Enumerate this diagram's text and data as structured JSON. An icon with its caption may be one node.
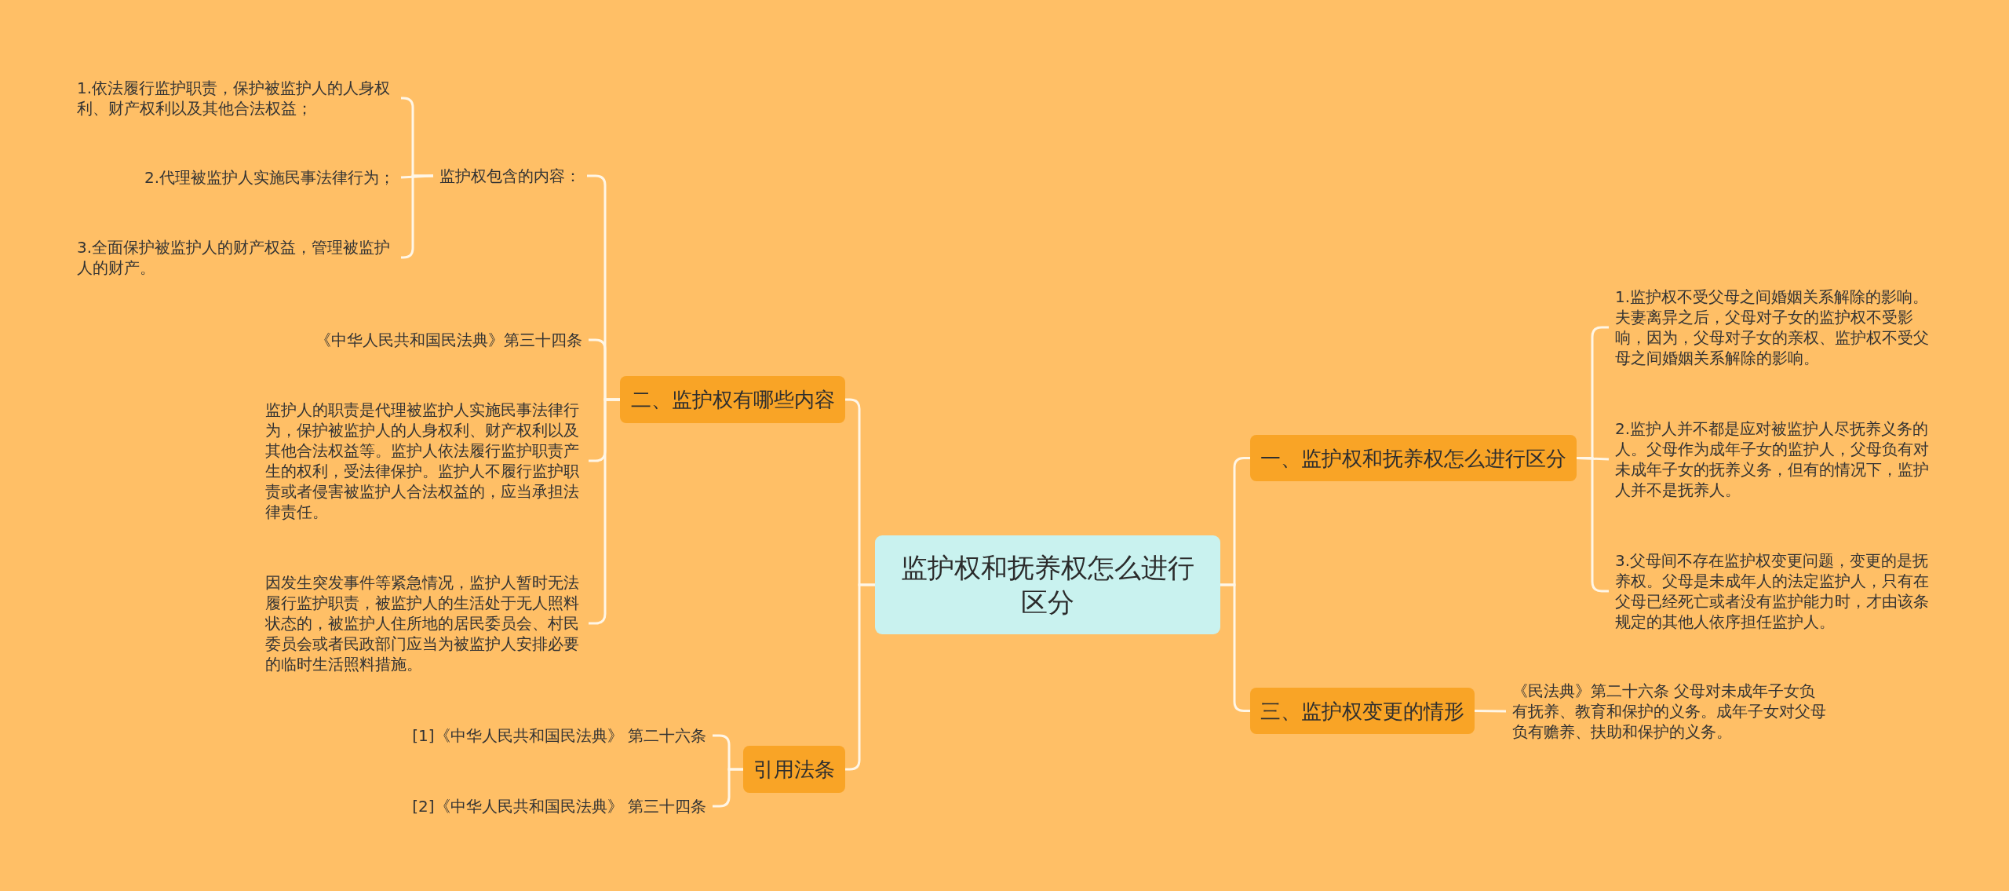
{
  "diagram": {
    "nodes": [
      {
        "text": [
          "监护权和抚养权怎么进行区分"
        ]
      },
      {
        "text": [
          "二、监护权有哪些内容"
        ]
      },
      {
        "text": [
          "监护权包含的内容："
        ]
      },
      {
        "text": [
          "1.依法履行监护职责，保护被监护人的人身权利、财产权利以及其他合法权益；"
        ]
      },
      {
        "text": [
          "2.代理被监护人实施民事法律行为；"
        ]
      },
      {
        "text": [
          "3.全面保护被监护人的财产权益，管理被监护人的财产。"
        ]
      },
      {
        "text": [
          "《中华人民共和国民法典》第三十四条"
        ]
      },
      {
        "text": [
          "监护人的职责是代理被监护人实施民事法律行为，保护被监护人的人身权利、财产权利以及其他合法权益等。监护人依法履行监护职责产生的权利，受法律保护。监护人不履行监护职责或者侵害被监护人合法权益的，应当承担法律责任。"
        ]
      },
      {
        "text": [
          "因发生突发事件等紧急情况，监护人暂时无法履行监护职责，被监护人的生活处于无人照料状态的，被监护人住所地的居民委员会、村民委员会或者民政部门应当为被监护人安排必要的临时生活照料措施。"
        ]
      },
      {
        "text": [
          "引用法条"
        ]
      },
      {
        "text": [
          "[1]《中华人民共和国民法典》 第二十六条"
        ]
      },
      {
        "text": [
          "[2]《中华人民共和国民法典》 第三十四条"
        ]
      },
      {
        "text": [
          "一、监护权和抚养权怎么进行区分"
        ]
      },
      {
        "text": [
          "1.监护权不受父母之间婚姻关系解除的影响。夫妻离异之后，父母对子女的监护权不受影响，因为，父母对子女的亲权、监护权不受父母之间婚姻关系解除的影响。"
        ]
      },
      {
        "text": [
          "2.监护人并不都是应对被监护人尽抚养义务的人。父母作为成年子女的监护人，父母负有对未成年子女的抚养义务，但有的情况下，监护人并不是抚养人。"
        ]
      },
      {
        "text": [
          "3.父母间不存在监护权变更问题，变更的是抚养权。父母是未成年人的法定监护人，只有在父母已经死亡或者没有监护能力时，才由该条规定的其他人依序担任监护人。"
        ]
      },
      {
        "text": [
          "三、监护权变更的情形"
        ]
      },
      {
        "text": [
          "《民法典》第二十六条 父母对未成年子女负有抚养、教育和保护的义务。成年子女对父母负有赡养、扶助和保护的义务。"
        ]
      }
    ],
    "edges": [
      {
        "from": 0,
        "to": 1,
        "arrow": "none"
      },
      {
        "from": 1,
        "to": 2,
        "arrow": "none"
      },
      {
        "from": 2,
        "to": 3,
        "arrow": "none"
      },
      {
        "from": 2,
        "to": 4,
        "arrow": "none"
      },
      {
        "from": 2,
        "to": 5,
        "arrow": "none"
      },
      {
        "from": 1,
        "to": 6,
        "arrow": "none"
      },
      {
        "from": 1,
        "to": 7,
        "arrow": "none"
      },
      {
        "from": 1,
        "to": 8,
        "arrow": "none"
      },
      {
        "from": 0,
        "to": 9,
        "arrow": "none"
      },
      {
        "from": 9,
        "to": 10,
        "arrow": "none"
      },
      {
        "from": 9,
        "to": 11,
        "arrow": "none"
      },
      {
        "from": 0,
        "to": 12,
        "arrow": "none"
      },
      {
        "from": 12,
        "to": 13,
        "arrow": "none"
      },
      {
        "from": 12,
        "to": 14,
        "arrow": "none"
      },
      {
        "from": 12,
        "to": 15,
        "arrow": "none"
      },
      {
        "from": 0,
        "to": 16,
        "arrow": "none"
      },
      {
        "from": 16,
        "to": 17,
        "arrow": "none"
      }
    ]
  }
}
